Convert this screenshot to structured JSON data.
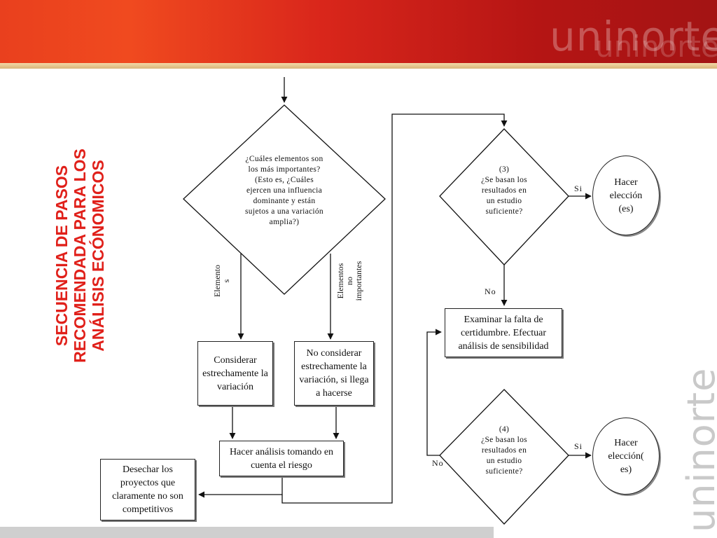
{
  "header": {
    "logo_text": "uninorte",
    "side_logo_text": "uninorte"
  },
  "title": {
    "line1": "SECUENCIA DE PASOS",
    "line2": "RECOMENDADA PARA LOS",
    "line3": "ANÁLISIS ECÓNOMICOS"
  },
  "nodes": {
    "diamond1": "¿Cuáles elementos son\nlos más importantes?\n(Esto es, ¿Cuáles\nejercen una influencia\ndominante y  están\nsujetos a una variación\namplia?)",
    "diamond3": "(3)\n¿Se basan los\nresultados en\nun estudio\nsuficiente?",
    "diamond4": "(4)\n¿Se basan los\nresultados en\nun estudio\nsuficiente?",
    "box_consider": "Considerar estrechamente la variación",
    "box_no_consider": "No considerar estrechamente la variación, si llega a hacerse",
    "box_risk": "Hacer análisis tomando en cuenta el riesgo",
    "box_discard": "Desechar los proyectos que claramente no son competitivos",
    "box_examine": "Examinar la falta de certidumbre. Efectuar análisis de sensibilidad",
    "circle1": "Hacer elección (es)",
    "circle2": "Hacer elección( es)"
  },
  "labels": {
    "elementos": "Elemento\ns",
    "no_importantes": "Elementos\nno\nimportantes",
    "si1": "Si",
    "no1": "No",
    "si2": "Si",
    "no2": "No"
  }
}
